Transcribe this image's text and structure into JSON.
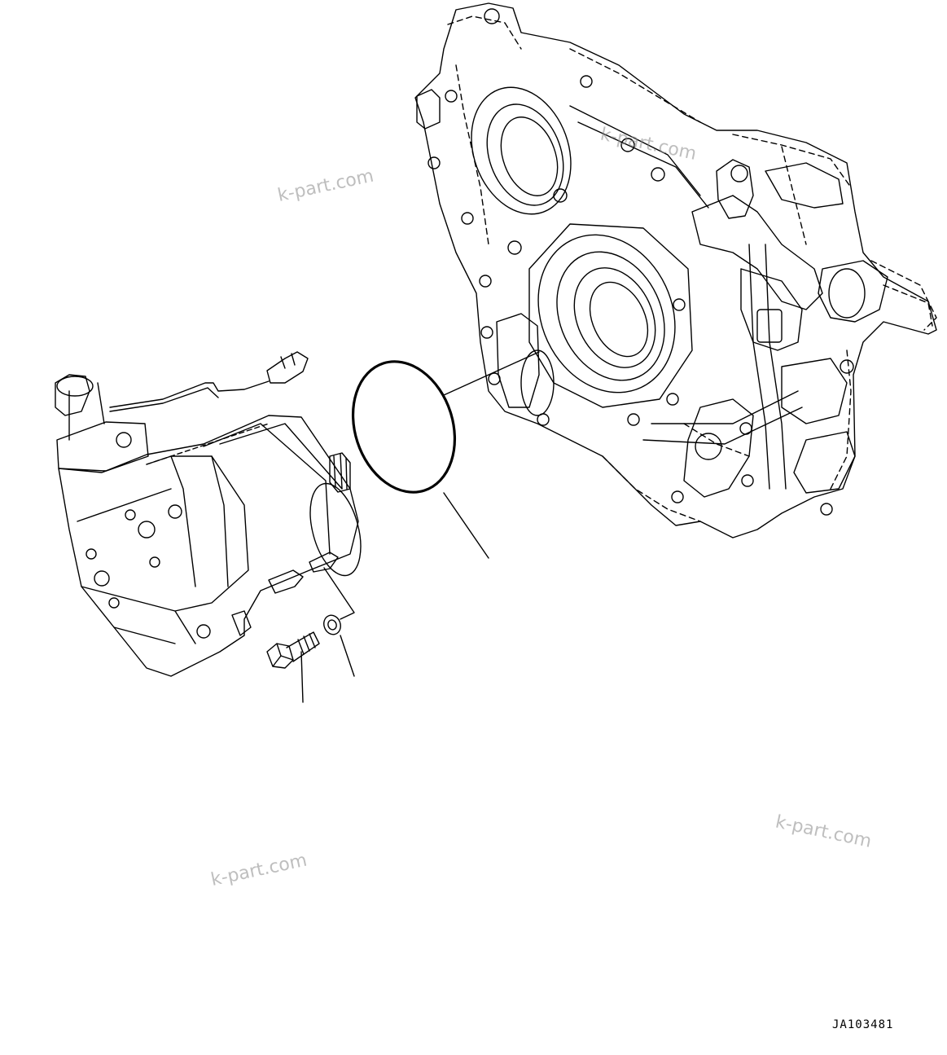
{
  "watermark_text": "k-part.com",
  "drawing_id": "JA103481",
  "parts": [
    {
      "name": "transmission-case"
    },
    {
      "name": "hydraulic-motor"
    },
    {
      "name": "o-ring"
    },
    {
      "name": "bolt"
    },
    {
      "name": "washer"
    }
  ]
}
